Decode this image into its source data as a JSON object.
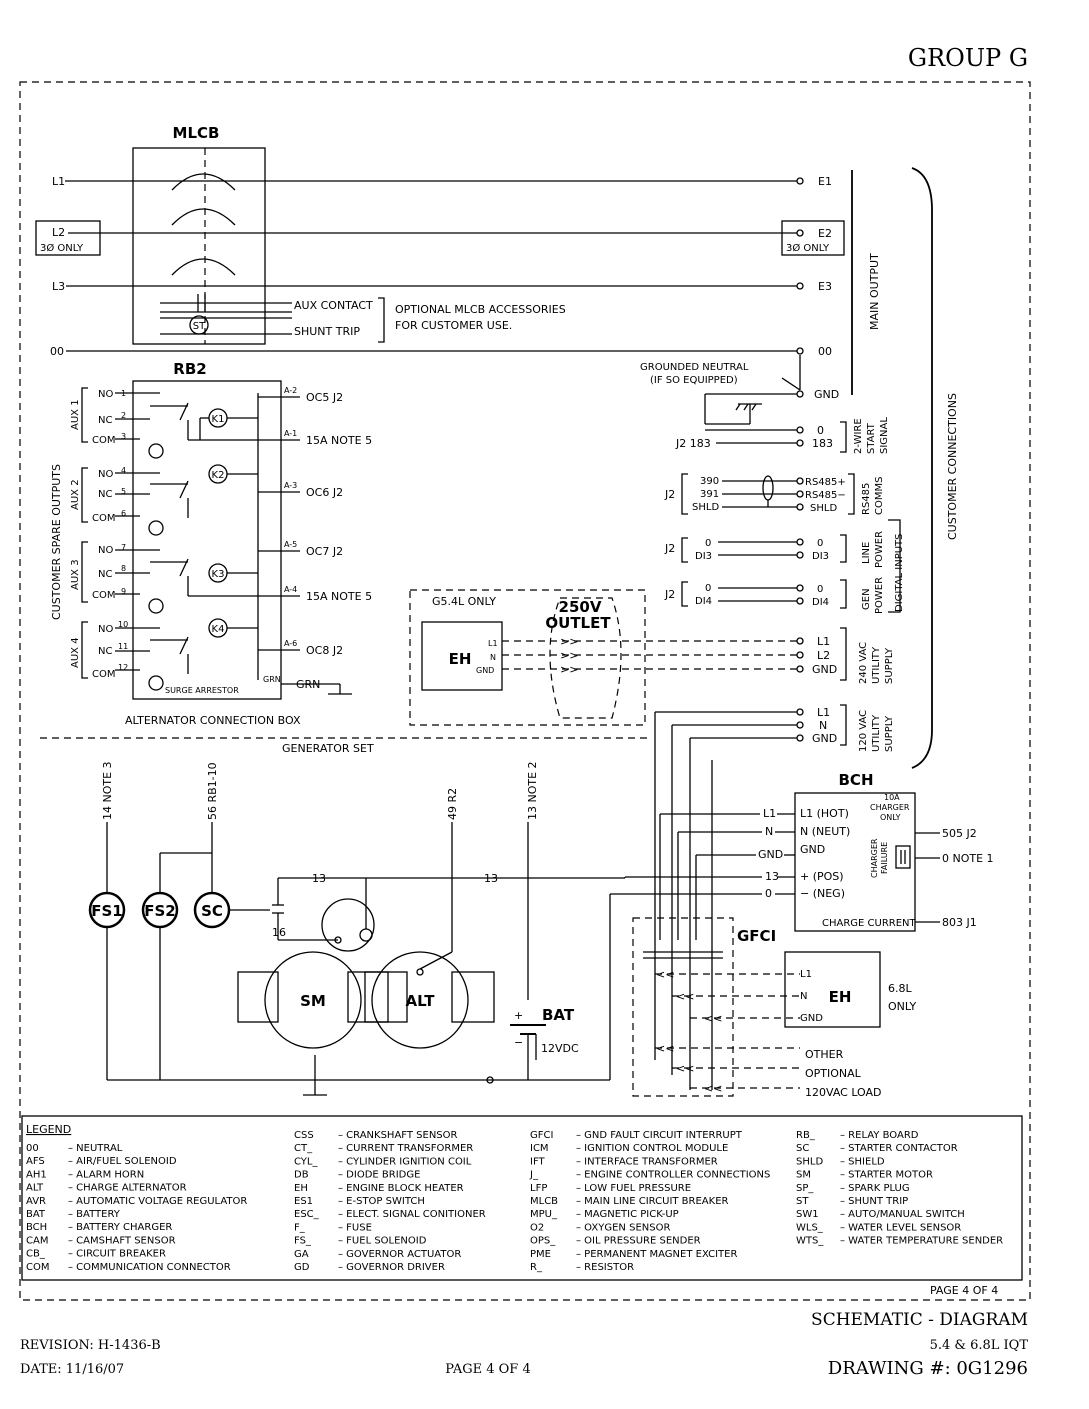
{
  "header": {
    "group": "GROUP G"
  },
  "mlcb": {
    "title": "MLCB",
    "left": [
      "L1",
      "L2",
      "L3",
      "00"
    ],
    "l2_note": "3Ø ONLY",
    "right": [
      "E1",
      "E2",
      "E3",
      "00"
    ],
    "e2_note": "3Ø ONLY",
    "aux_contact": "AUX CONTACT",
    "shunt_trip": "SHUNT TRIP",
    "st": "ST",
    "accessories": [
      "OPTIONAL MLCB ACCESSORIES",
      "FOR CUSTOMER USE."
    ],
    "main_output": "MAIN OUTPUT"
  },
  "rb2": {
    "title": "RB2",
    "side_title": "CUSTOMER SPARE OUTPUTS",
    "aux": [
      "AUX 1",
      "AUX 2",
      "AUX 3",
      "AUX 4"
    ],
    "terms": [
      "NO",
      "NC",
      "COM"
    ],
    "pins": [
      "1",
      "2",
      "3",
      "4",
      "5",
      "6",
      "7",
      "8",
      "9",
      "10",
      "11",
      "12"
    ],
    "relays": [
      "K1",
      "K2",
      "K3",
      "K4"
    ],
    "outs": [
      {
        "pin": "A-2",
        "label": "OC5 J2"
      },
      {
        "pin": "A-1",
        "label": "15A NOTE 5"
      },
      {
        "pin": "A-3",
        "label": "OC6 J2"
      },
      {
        "pin": "A-5",
        "label": "OC7 J2"
      },
      {
        "pin": "A-4",
        "label": "15A NOTE 5"
      },
      {
        "pin": "A-6",
        "label": "OC8 J2"
      }
    ],
    "grn": "GRN",
    "grn_out": "GRN",
    "surge": "SURGE ARRESTOR",
    "box_label": "ALTERNATOR CONNECTION BOX"
  },
  "gen_set": "GENERATOR SET",
  "customer": {
    "title": "CUSTOMER CONNECTIONS",
    "grounded_neutral": [
      "GROUNDED NEUTRAL",
      "(IF SO EQUIPPED)"
    ],
    "gnd": "GND",
    "two_wire": {
      "t0": "0",
      "t183": "183",
      "j2": "J2 183",
      "label": [
        "2-WIRE",
        "START",
        "SIGNAL"
      ]
    },
    "rs485": {
      "left": [
        "390",
        "391",
        "SHLD"
      ],
      "right": [
        "RS485+",
        "RS485−",
        "SHLD"
      ],
      "j2": "J2",
      "label": [
        "RS485",
        "COMMS"
      ]
    },
    "line_power": {
      "left": [
        "0",
        "DI3"
      ],
      "right": [
        "0",
        "DI3"
      ],
      "j2": "J2",
      "label": [
        "LINE",
        "POWER"
      ]
    },
    "gen_power": {
      "left": [
        "0",
        "DI4"
      ],
      "right": [
        "0",
        "DI4"
      ],
      "j2": "J2",
      "label": [
        "GEN",
        "POWER"
      ]
    },
    "digital_inputs": "DIGITAL INPUTS",
    "u240": {
      "terms": [
        "L1",
        "L2",
        "GND"
      ],
      "label": [
        "240 VAC",
        "UTILITY",
        "SUPPLY"
      ]
    },
    "u120": {
      "terms": [
        "L1",
        "N",
        "GND"
      ],
      "label": [
        "120 VAC",
        "UTILITY",
        "SUPPLY"
      ]
    }
  },
  "g54": {
    "label": "G5.4L ONLY",
    "eh": "EH",
    "terms": [
      "L1",
      "N",
      "GND"
    ],
    "outlet": [
      "250V",
      "OUTLET"
    ]
  },
  "engine": {
    "wire_labels": [
      "14 NOTE 3",
      "56 RB1-10",
      "49 R2",
      "13 NOTE 2"
    ],
    "fs1": "FS1",
    "fs2": "FS2",
    "sc": "SC",
    "w13a": "13",
    "w13b": "13",
    "w16": "16",
    "sm": "SM",
    "alt": "ALT",
    "bat": "BAT",
    "v12": "12VDC",
    "plus": "+",
    "minus": "−",
    "o": "0"
  },
  "bch": {
    "title": "BCH",
    "inputs": [
      "L1 (HOT)",
      "N (NEUT)",
      "GND",
      "+ (POS)",
      "− (NEG)"
    ],
    "left_labels": [
      "L1",
      "N",
      "GND",
      "13",
      "0"
    ],
    "charger_only": [
      "10A",
      "CHARGER",
      "ONLY"
    ],
    "charger_failure": [
      "CHARGER",
      "FAILURE"
    ],
    "charge_current": "CHARGE CURRENT",
    "outs": [
      "505 J2",
      "0 NOTE 1",
      "803 J1"
    ]
  },
  "gfci": {
    "title": "GFCI",
    "eh": "EH",
    "terms": [
      "L1",
      "N",
      "GND"
    ],
    "only": [
      "6.8L",
      "ONLY"
    ],
    "other": [
      "OTHER",
      "OPTIONAL",
      "120VAC LOAD"
    ]
  },
  "legend": {
    "title": "LEGEND",
    "col1": [
      [
        "00",
        "NEUTRAL"
      ],
      [
        "AFS",
        "AIR/FUEL SOLENOID"
      ],
      [
        "AH1",
        "ALARM HORN"
      ],
      [
        "ALT",
        "CHARGE ALTERNATOR"
      ],
      [
        "AVR",
        "AUTOMATIC VOLTAGE REGULATOR"
      ],
      [
        "BAT",
        "BATTERY"
      ],
      [
        "BCH",
        "BATTERY CHARGER"
      ],
      [
        "CAM",
        "CAMSHAFT SENSOR"
      ],
      [
        "CB_",
        "CIRCUIT BREAKER"
      ],
      [
        "COM",
        "COMMUNICATION CONNECTOR"
      ]
    ],
    "col2": [
      [
        "CSS",
        "CRANKSHAFT SENSOR"
      ],
      [
        "CT_",
        "CURRENT TRANSFORMER"
      ],
      [
        "CYL_",
        "CYLINDER IGNITION COIL"
      ],
      [
        "DB",
        "DIODE BRIDGE"
      ],
      [
        "EH",
        "ENGINE BLOCK HEATER"
      ],
      [
        "ES1",
        "E-STOP SWITCH"
      ],
      [
        "ESC_",
        "ELECT. SIGNAL CONITIONER"
      ],
      [
        "F_",
        "FUSE"
      ],
      [
        "FS_",
        "FUEL SOLENOID"
      ],
      [
        "GA",
        "GOVERNOR ACTUATOR"
      ],
      [
        "GD",
        "GOVERNOR DRIVER"
      ]
    ],
    "col3": [
      [
        "GFCI",
        "GND FAULT CIRCUIT INTERRUPT"
      ],
      [
        "ICM",
        "IGNITION CONTROL MODULE"
      ],
      [
        "IFT",
        "INTERFACE TRANSFORMER"
      ],
      [
        "J_",
        "ENGINE CONTROLLER CONNECTIONS"
      ],
      [
        "LFP",
        "LOW FUEL PRESSURE"
      ],
      [
        "MLCB",
        "MAIN LINE CIRCUIT BREAKER"
      ],
      [
        "MPU_",
        "MAGNETIC PICK-UP"
      ],
      [
        "O2",
        "OXYGEN SENSOR"
      ],
      [
        "OPS_",
        "OIL PRESSURE SENDER"
      ],
      [
        "PME",
        "PERMANENT MAGNET EXCITER"
      ],
      [
        "R_",
        "RESISTOR"
      ]
    ],
    "col4": [
      [
        "RB_",
        "RELAY BOARD"
      ],
      [
        "SC",
        "STARTER CONTACTOR"
      ],
      [
        "SHLD",
        "SHIELD"
      ],
      [
        "SM",
        "STARTER MOTOR"
      ],
      [
        "SP_",
        "SPARK PLUG"
      ],
      [
        "ST",
        "SHUNT TRIP"
      ],
      [
        "SW1",
        "AUTO/MANUAL SWITCH"
      ],
      [
        "WLS_",
        "WATER LEVEL SENSOR"
      ],
      [
        "WTS_",
        "WATER TEMPERATURE SENDER"
      ]
    ]
  },
  "page_box": "PAGE 4 OF 4",
  "footer": {
    "schematic": "SCHEMATIC - DIAGRAM",
    "model": "5.4 & 6.8L IQT",
    "revision": "REVISION: H-1436-B",
    "date": "DATE: 11/16/07",
    "page": "PAGE 4 OF 4",
    "drawing": "DRAWING #: 0G1296"
  }
}
